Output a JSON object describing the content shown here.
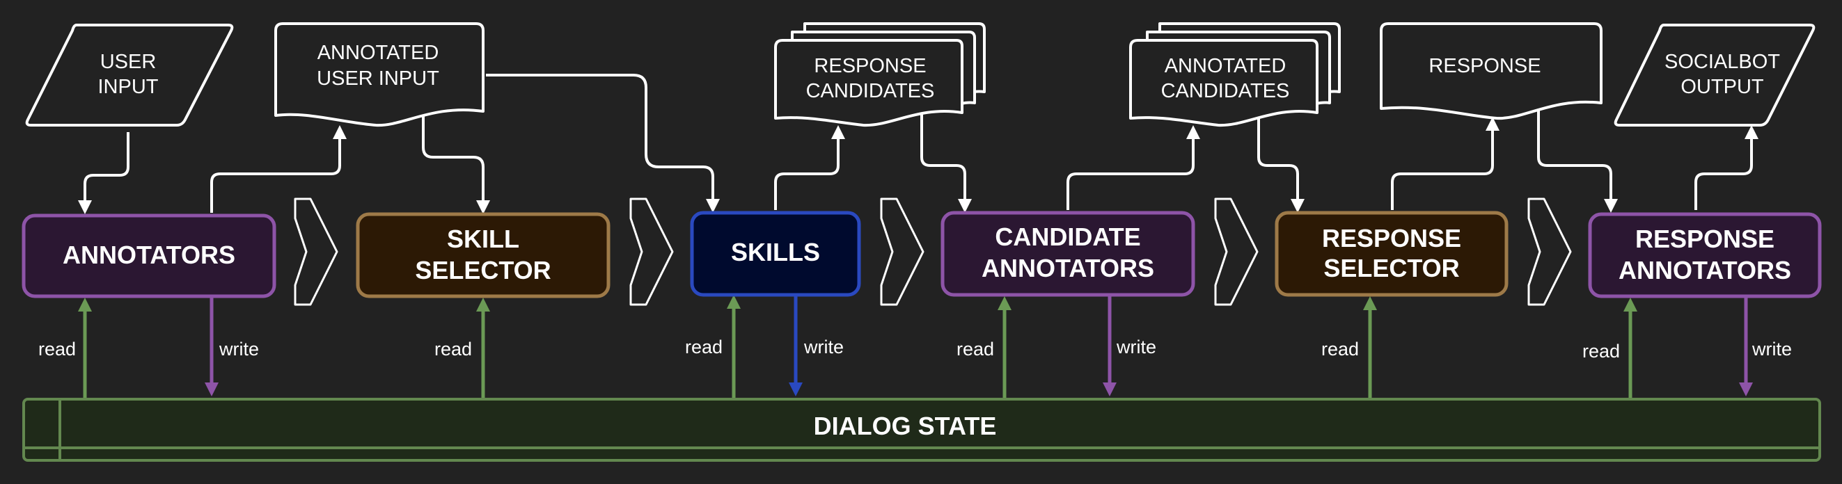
{
  "colors": {
    "background": "#222222",
    "annotators_border": "#8e54a8",
    "annotators_fill": "#2b1732",
    "selector_border": "#9e7a48",
    "selector_fill": "#2c1905",
    "skills_border": "#2a49c0",
    "skills_fill": "#000a2e",
    "state_border": "#63884f",
    "state_fill": "#1f2a19",
    "read_arrow": "#6b9a55",
    "write_arrow": "#8e54a8",
    "skills_write_arrow": "#2a49c0"
  },
  "components": {
    "annotators": {
      "line1": "ANNOTATORS"
    },
    "skill_selector": {
      "line1": "SKILL",
      "line2": "SELECTOR"
    },
    "skills": {
      "line1": "SKILLS"
    },
    "candidate_annotators": {
      "line1": "CANDIDATE",
      "line2": "ANNOTATORS"
    },
    "response_selector": {
      "line1": "RESPONSE",
      "line2": "SELECTOR"
    },
    "response_annotators": {
      "line1": "RESPONSE",
      "line2": "ANNOTATORS"
    }
  },
  "artifacts": {
    "user_input": {
      "line1": "USER",
      "line2": "INPUT"
    },
    "annotated_user_input": {
      "line1": "ANNOTATED",
      "line2": "USER INPUT"
    },
    "response_candidates": {
      "line1": "RESPONSE",
      "line2": "CANDIDATES"
    },
    "annotated_candidates": {
      "line1": "ANNOTATED",
      "line2": "CANDIDATES"
    },
    "response": {
      "line1": "RESPONSE"
    },
    "socialbot_output": {
      "line1": "SOCIALBOT",
      "line2": "OUTPUT"
    }
  },
  "labels": {
    "read": "read",
    "write": "write"
  },
  "dialog_state": {
    "label": "DIALOG STATE"
  }
}
